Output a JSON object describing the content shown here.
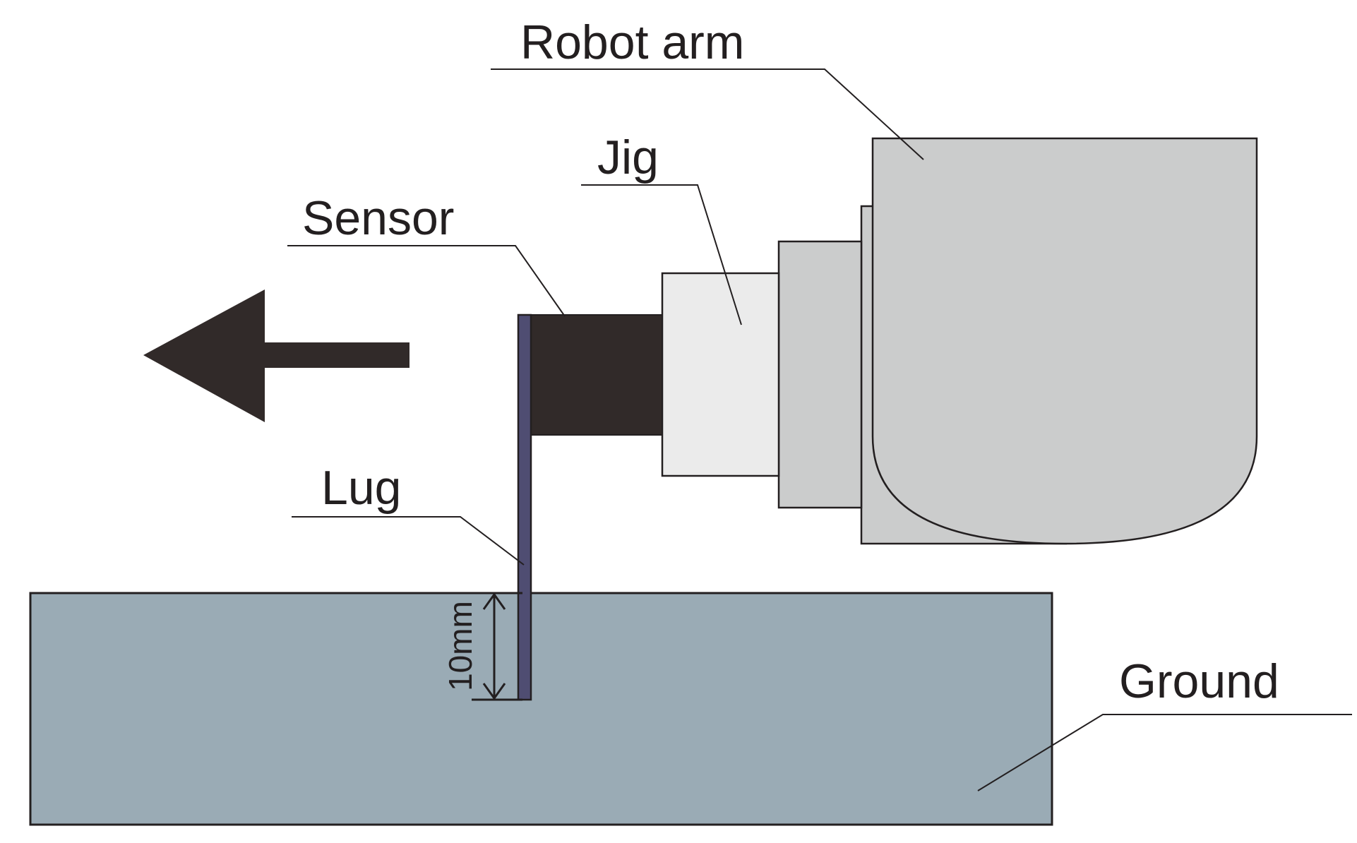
{
  "labels": {
    "robot_arm": "Robot arm",
    "jig": "Jig",
    "sensor": "Sensor",
    "lug": "Lug",
    "ground": "Ground",
    "depth": "10mm"
  },
  "colors": {
    "ground": "#9aabb5",
    "robot_arm": "#cbcccc",
    "jig": "#ebebeb",
    "sensor": "#312a29",
    "lug": "#4f4d72",
    "arrow": "#312a29",
    "outline": "#231f20"
  },
  "icons": {
    "direction_arrow": "arrow-left-icon",
    "depth_dimension": "double-arrow-vertical-icon"
  }
}
